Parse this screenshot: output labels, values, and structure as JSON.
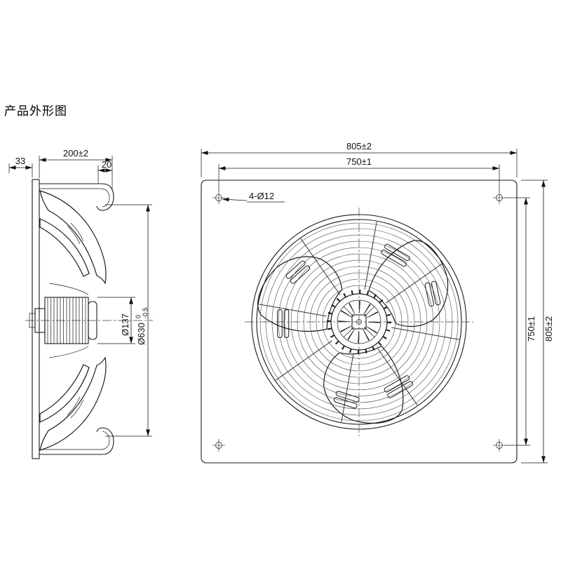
{
  "title": "产品外形图",
  "colors": {
    "ink": "#1a1a1a",
    "background": "#ffffff"
  },
  "side_view": {
    "dim_rear": "33",
    "dim_depth": "200±2",
    "dim_flange": "20",
    "dim_motor_diameter": "Ø137",
    "dim_impeller_diameter": "Ø630",
    "impeller_tolerance_upper": "0",
    "impeller_tolerance_lower": "-0.5"
  },
  "front_view": {
    "dim_outer_width": "805±2",
    "dim_hole_spacing_width": "750±1",
    "dim_hole_spacing_height": "750±1",
    "dim_outer_height": "805±2",
    "mounting_holes_label": "4-Ø12"
  }
}
